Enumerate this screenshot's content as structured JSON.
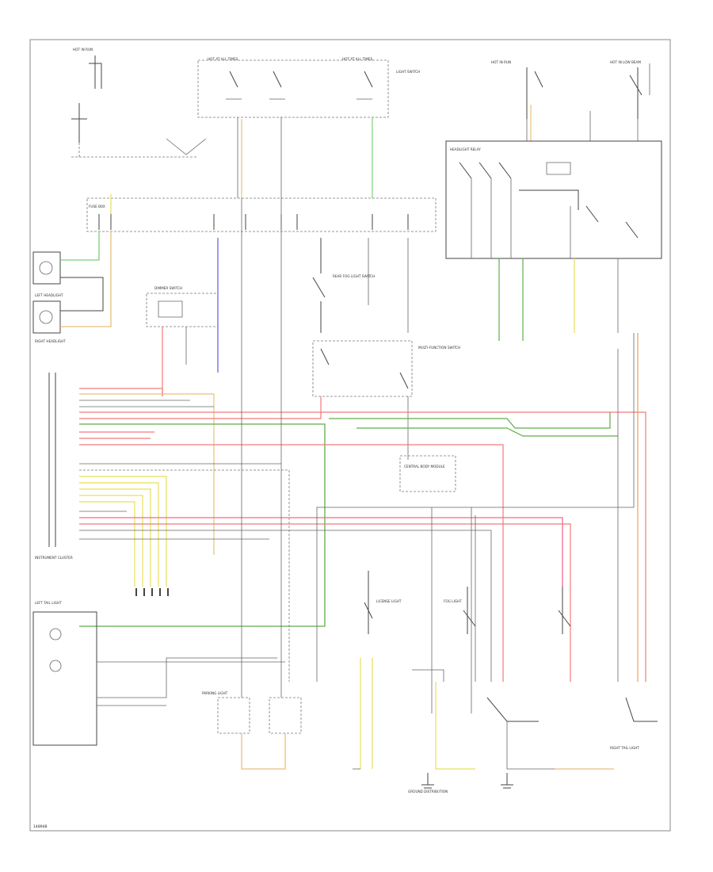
{
  "diagram": {
    "footer_code": "148948",
    "colors": {
      "black": "#555555",
      "red": "#f27a7a",
      "green": "#5fae4a",
      "yellow": "#e8e05a",
      "orange": "#f0a04a",
      "blue": "#6a6ae0",
      "gray": "#a8a8a8",
      "pink": "#f06a90"
    },
    "labels": {
      "hot_in_run_top": "HOT IN RUN",
      "hot_at_all_times_1": "HOT AT ALL TIMES",
      "hot_at_all_times_2": "HOT AT ALL TIMES",
      "light_switch": "LIGHT SWITCH",
      "hot_in_run_right": "HOT IN RUN",
      "hot_in_low_beam": "HOT IN LOW BEAM",
      "fuse_box": "FUSE BOX",
      "instrument_cluster": "INSTRUMENT CLUSTER",
      "dimmer_switch": "DIMMER SWITCH",
      "left_headlight": "LEFT HEADLIGHT",
      "right_headlight": "RIGHT HEADLIGHT",
      "headlight_relay": "HEADLIGHT RELAY",
      "multi_function_switch": "MULTI-FUNCTION SWITCH",
      "rear_fog_light_switch": "REAR FOG LIGHT SWITCH",
      "central_body_module": "CENTRAL BODY MODULE",
      "ground_distribution": "GROUND DISTRIBUTION",
      "left_tail_light": "LEFT TAIL LIGHT",
      "right_tail_light": "RIGHT TAIL LIGHT",
      "license_light": "LICENSE LIGHT",
      "parking_light": "PARKING LIGHT",
      "fog_light": "FOG LIGHT"
    }
  }
}
